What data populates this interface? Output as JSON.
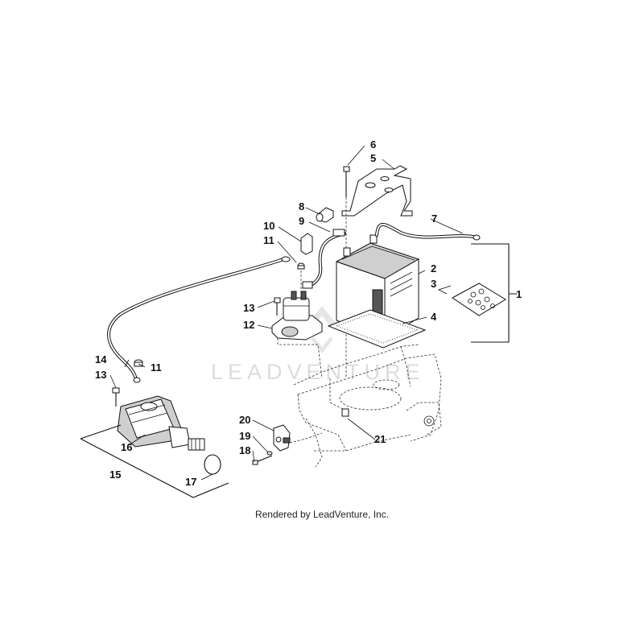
{
  "diagram": {
    "callouts": {
      "c1": "1",
      "c2": "2",
      "c3": "3",
      "c4": "4",
      "c5": "5",
      "c6": "6",
      "c7": "7",
      "c8": "8",
      "c9": "9",
      "c10": "10",
      "c11a": "11",
      "c11b": "11",
      "c12": "12",
      "c13a": "13",
      "c13b": "13",
      "c14": "14",
      "c15": "15",
      "c16": "16",
      "c17": "17",
      "c18": "18",
      "c19": "19",
      "c20": "20",
      "c21": "21"
    },
    "watermark": "LEADVENTURE",
    "credit": "Rendered by LeadVenture, Inc."
  }
}
